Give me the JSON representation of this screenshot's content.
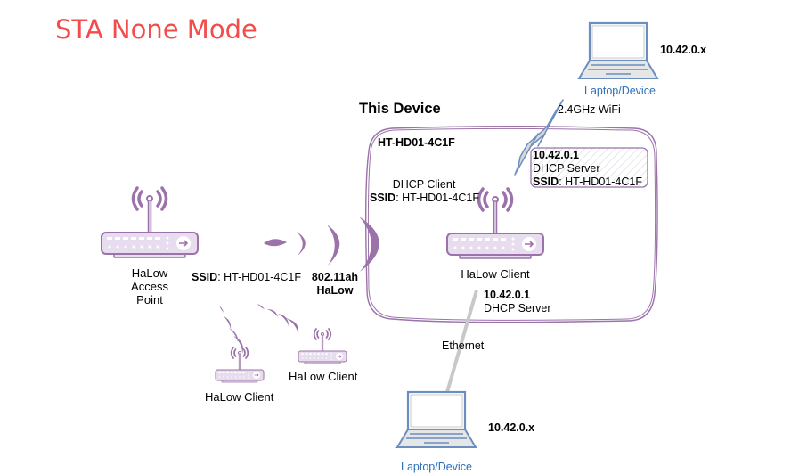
{
  "title": "STA None Mode",
  "this_device": {
    "heading": "This Device",
    "name": "HT-HD01-4C1F",
    "client_info": {
      "line1": "DHCP Client",
      "ssid_label": "SSID",
      "ssid_value": ": HT-HD01-4C1F"
    },
    "ap_info": {
      "ip": "10.42.0.1",
      "role": "DHCP Server",
      "ssid_label": "SSID",
      "ssid_value": ": HT-HD01-4C1F"
    },
    "router_label": "HaLow Client",
    "eth_info": {
      "ip": "10.42.0.1",
      "role": "DHCP Server"
    }
  },
  "access_point": {
    "label_lines": [
      "HaLow",
      "Access",
      "Point"
    ],
    "ssid_label": "SSID",
    "ssid_value": ": HT-HD01-4C1F"
  },
  "halow_link": {
    "line1": "802.11ah",
    "line2": "HaLow"
  },
  "other_clients": [
    {
      "label": "HaLow Client"
    },
    {
      "label": "HaLow Client"
    }
  ],
  "wifi_link": {
    "label": "2.4GHz WiFi"
  },
  "ethernet_link": {
    "label": "Ethernet"
  },
  "laptops": [
    {
      "label": "Laptop/Device",
      "ip": "10.42.0.x"
    },
    {
      "label": "Laptop/Device",
      "ip": "10.42.0.x"
    }
  ],
  "colors": {
    "title": "#f24c4c",
    "purple": "#9b72aa",
    "purple_light": "#e8dcef",
    "laptop_stroke": "#6c8ebf",
    "link_gray": "#c8c8c8",
    "laptop_label": "#2b70b6"
  }
}
